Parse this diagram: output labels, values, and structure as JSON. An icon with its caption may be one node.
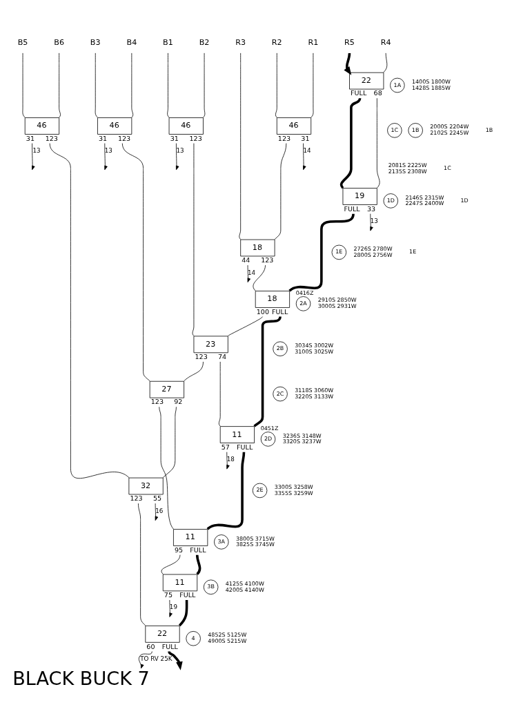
{
  "diagram": {
    "title": "BLACK BUCK 7",
    "nodes": [
      {
        "text": [
          "B5"
        ]
      },
      {
        "text": [
          "B6"
        ]
      },
      {
        "text": [
          "B3"
        ]
      },
      {
        "text": [
          "B4"
        ]
      },
      {
        "text": [
          "B1"
        ]
      },
      {
        "text": [
          "B2"
        ]
      },
      {
        "text": [
          "R3"
        ]
      },
      {
        "text": [
          "R2"
        ]
      },
      {
        "text": [
          "R1"
        ]
      },
      {
        "text": [
          "R5"
        ]
      },
      {
        "text": [
          "R4"
        ]
      },
      {
        "text": [
          "1A"
        ]
      },
      {
        "text": [
          "22"
        ],
        "beside": [
          "FULL",
          "68"
        ]
      },
      {
        "text": [
          "46"
        ],
        "beside": [
          "31",
          "123"
        ]
      },
      {
        "text": [
          "46"
        ],
        "beside": [
          "31",
          "123"
        ]
      },
      {
        "text": [
          "46"
        ],
        "beside": [
          "31",
          "123"
        ]
      },
      {
        "text": [
          "1C"
        ]
      },
      {
        "text": [
          "46"
        ],
        "beside": [
          "123",
          "31"
        ]
      },
      {
        "text": [
          "1B"
        ]
      },
      {
        "text": [
          "1D"
        ]
      },
      {
        "text": [
          "19"
        ],
        "beside": [
          "FULL",
          "33"
        ]
      },
      {
        "text": [
          "18"
        ],
        "beside": [
          "44",
          "123"
        ]
      },
      {
        "text": [
          "1E"
        ]
      },
      {
        "text": [
          "18"
        ],
        "beside": [
          "100",
          "FULL"
        ]
      },
      {
        "text": [
          "2A"
        ],
        "beside": [
          "0416Z"
        ]
      },
      {
        "text": [
          "23"
        ],
        "beside": [
          "123",
          "74"
        ]
      },
      {
        "text": [
          "2B"
        ]
      },
      {
        "text": [
          "27"
        ],
        "beside": [
          "123",
          "92"
        ]
      },
      {
        "text": [
          "2C"
        ]
      },
      {
        "text": [
          "11"
        ],
        "beside": [
          "57",
          "FULL"
        ]
      },
      {
        "text": [
          "2D"
        ],
        "beside": [
          "0451Z"
        ]
      },
      {
        "text": [
          "32"
        ],
        "beside": [
          "123",
          "55"
        ]
      },
      {
        "text": [
          "2E"
        ]
      },
      {
        "text": [
          "11"
        ],
        "beside": [
          "95",
          "FULL"
        ]
      },
      {
        "text": [
          "3A"
        ]
      },
      {
        "text": [
          "11"
        ],
        "beside": [
          "75",
          "FULL"
        ]
      },
      {
        "text": [
          "3B"
        ]
      },
      {
        "text": [
          "22"
        ],
        "beside": [
          "60",
          "FULL"
        ]
      },
      {
        "text": [
          "4"
        ]
      }
    ],
    "edges": [
      {
        "from": 0,
        "to": 13,
        "arrow": "none"
      },
      {
        "from": 1,
        "to": 13,
        "arrow": "none"
      },
      {
        "from": 2,
        "to": 14,
        "arrow": "none"
      },
      {
        "from": 3,
        "to": 14,
        "arrow": "none"
      },
      {
        "from": 4,
        "to": 15,
        "arrow": "none"
      },
      {
        "from": 5,
        "to": 15,
        "arrow": "none"
      },
      {
        "from": 7,
        "to": 17,
        "arrow": "none"
      },
      {
        "from": 8,
        "to": 17,
        "arrow": "none"
      },
      {
        "from": 9,
        "to": 12,
        "arrow": "to",
        "style": "thick"
      },
      {
        "from": 10,
        "to": 12,
        "arrow": "none"
      },
      {
        "from": 13,
        "to": null,
        "arrow": "to",
        "label": "13"
      },
      {
        "from": 14,
        "to": null,
        "arrow": "to",
        "label": "13"
      },
      {
        "from": 15,
        "to": null,
        "arrow": "to",
        "label": "13"
      },
      {
        "from": 17,
        "to": null,
        "arrow": "to",
        "label": "14"
      },
      {
        "from": 12,
        "to": 20,
        "arrow": "none",
        "style": "thick"
      },
      {
        "from": 12,
        "to": 20,
        "arrow": "none"
      },
      {
        "from": 6,
        "to": 21,
        "arrow": "none"
      },
      {
        "from": 17,
        "to": 21,
        "arrow": "none"
      },
      {
        "from": 21,
        "to": null,
        "arrow": "to",
        "label": "14"
      },
      {
        "from": 20,
        "to": null,
        "arrow": "to",
        "label": "13"
      },
      {
        "from": 20,
        "to": 23,
        "arrow": "none",
        "style": "thick"
      },
      {
        "from": 21,
        "to": 23,
        "arrow": "none"
      },
      {
        "from": 15,
        "to": 25,
        "arrow": "none"
      },
      {
        "from": 23,
        "to": 25,
        "arrow": "none"
      },
      {
        "from": 14,
        "to": 27,
        "arrow": "none"
      },
      {
        "from": 25,
        "to": 27,
        "arrow": "none"
      },
      {
        "from": 25,
        "to": 29,
        "arrow": "none"
      },
      {
        "from": 23,
        "to": 29,
        "arrow": "none",
        "style": "thick"
      },
      {
        "from": 29,
        "to": null,
        "arrow": "to",
        "label": "18"
      },
      {
        "from": 13,
        "to": 31,
        "arrow": "none"
      },
      {
        "from": 27,
        "to": 31,
        "arrow": "none"
      },
      {
        "from": 27,
        "to": 33,
        "arrow": "none"
      },
      {
        "from": 29,
        "to": 33,
        "arrow": "none",
        "style": "thick"
      },
      {
        "from": 31,
        "to": null,
        "arrow": "to",
        "label": "16"
      },
      {
        "from": 33,
        "to": 35,
        "arrow": "none"
      },
      {
        "from": 33,
        "to": 35,
        "arrow": "none",
        "style": "thick"
      },
      {
        "from": 35,
        "to": null,
        "arrow": "to",
        "label": "19"
      },
      {
        "from": 31,
        "to": 37,
        "arrow": "none"
      },
      {
        "from": 35,
        "to": 37,
        "arrow": "none",
        "style": "thick"
      },
      {
        "from": 37,
        "to": null,
        "arrow": "to",
        "label": "TO RV 25K"
      },
      {
        "from": 37,
        "to": null,
        "arrow": "to",
        "style": "thick"
      }
    ],
    "labels": [
      "1400S 1800W 1428S 1885W",
      "2000S 2204W 2102S 2245W",
      "1B",
      "2081S 2225W 2135S 2308W",
      "1C",
      "2146S 2315W 2247S 2400W",
      "1D",
      "2726S 2780W 2800S 2756W",
      "1E",
      "2910S 2850W 3000S 2931W",
      "3034S 3002W 3100S 3025W",
      "3118S 3060W 3220S 3133W",
      "3236S 3148W 3320S 3237W",
      "3300S 3258W 3355S 3259W",
      "3800S 3715W 3825S 3745W",
      "4125S 4100W 4200S 4140W",
      "4852S 5125W 4900S 5215W"
    ]
  }
}
